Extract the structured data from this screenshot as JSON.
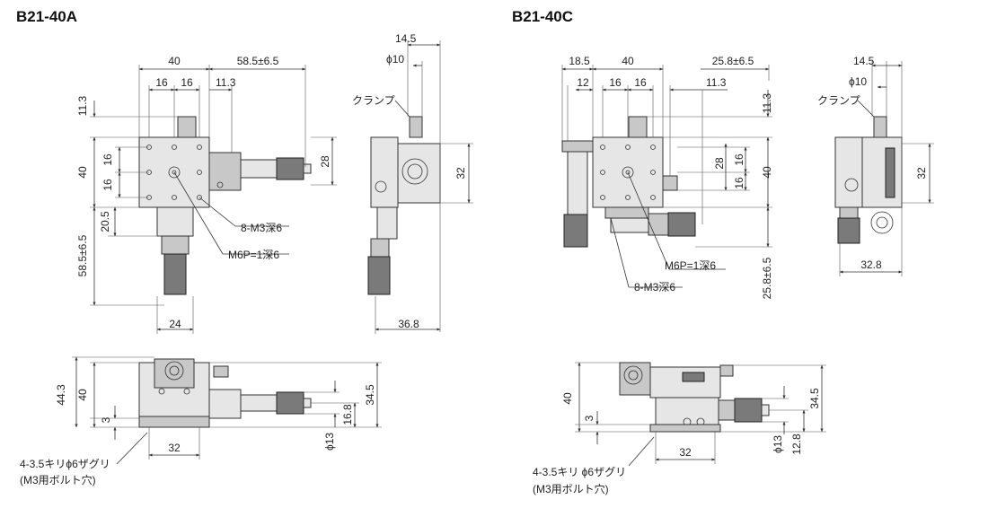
{
  "models": {
    "a": {
      "name": "B21-40A"
    },
    "c": {
      "name": "B21-40C"
    }
  },
  "dims": {
    "a_top": {
      "w40": "40",
      "w58": "58.5±6.5",
      "w16a": "16",
      "w16b": "16",
      "w11": "11.3",
      "h11": "11.3",
      "h40": "40",
      "h16a": "16",
      "h16b": "16",
      "h28": "28",
      "h20": "20.5",
      "h58": "58.5±6.5",
      "w24": "24",
      "note_m3": "8-M3深6",
      "note_m6": "M6P=1深6"
    },
    "a_side": {
      "w14": "14.5",
      "phi10": "ϕ10",
      "clamp": "クランプ",
      "h32": "32",
      "w36": "36.8"
    },
    "a_front": {
      "h44": "44.3",
      "h40": "40",
      "h3": "3",
      "h16": "16.8",
      "h34": "34.5",
      "phi13": "ϕ13",
      "w32": "32",
      "note1": "4-3.5キリϕ6ザグリ",
      "note2": "(M3用ボルト穴)"
    },
    "c_top": {
      "w18": "18.5",
      "w40": "40",
      "w25": "25.8±6.5",
      "w12": "12",
      "w16a": "16",
      "w16b": "16",
      "w11": "11.3",
      "h11": "11.3",
      "h28": "28",
      "h16a": "16",
      "h40": "40",
      "h16b": "16",
      "h25": "25.8±6.5",
      "note_m6": "M6P=1深6",
      "note_m3": "8-M3深6"
    },
    "c_side": {
      "w14": "14.5",
      "phi10": "ϕ10",
      "clamp": "クランプ",
      "h32": "32",
      "w32": "32.8"
    },
    "c_front": {
      "h40": "40",
      "h3": "3",
      "h34": "34.5",
      "phi13": "ϕ13",
      "h12": "12.8",
      "w32": "32",
      "note1": "4-3.5キリ ϕ6ザグリ",
      "note2": "(M3用ボルト穴)"
    }
  }
}
